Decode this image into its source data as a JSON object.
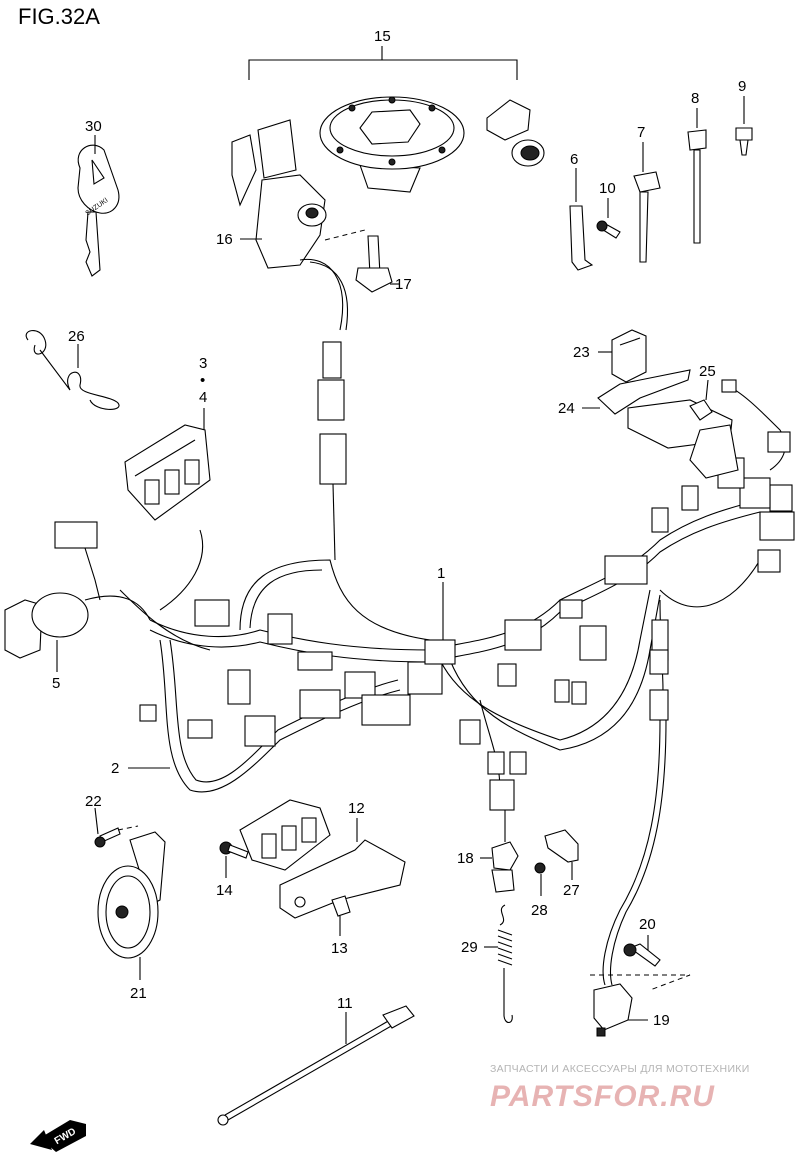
{
  "figure": {
    "title": "FIG.32A"
  },
  "callouts": [
    {
      "id": "c1",
      "text": "1"
    },
    {
      "id": "c2",
      "text": "2"
    },
    {
      "id": "c3",
      "text": "3"
    },
    {
      "id": "c4",
      "text": "4"
    },
    {
      "id": "c5",
      "text": "5"
    },
    {
      "id": "c6",
      "text": "6"
    },
    {
      "id": "c7",
      "text": "7"
    },
    {
      "id": "c8",
      "text": "8"
    },
    {
      "id": "c9",
      "text": "9"
    },
    {
      "id": "c10",
      "text": "10"
    },
    {
      "id": "c11",
      "text": "11"
    },
    {
      "id": "c12",
      "text": "12"
    },
    {
      "id": "c13",
      "text": "13"
    },
    {
      "id": "c14",
      "text": "14"
    },
    {
      "id": "c15",
      "text": "15"
    },
    {
      "id": "c16",
      "text": "16"
    },
    {
      "id": "c17",
      "text": "17"
    },
    {
      "id": "c19",
      "text": "19"
    },
    {
      "id": "c18",
      "text": "18"
    },
    {
      "id": "c20",
      "text": "20"
    },
    {
      "id": "c21",
      "text": "21"
    },
    {
      "id": "c22",
      "text": "22"
    },
    {
      "id": "c23",
      "text": "23"
    },
    {
      "id": "c24",
      "text": "24"
    },
    {
      "id": "c25",
      "text": "25"
    },
    {
      "id": "c26",
      "text": "26"
    },
    {
      "id": "c27",
      "text": "27"
    },
    {
      "id": "c28",
      "text": "28"
    },
    {
      "id": "c29",
      "text": "29"
    },
    {
      "id": "c30",
      "text": "30"
    }
  ],
  "callout_dot": "•",
  "key_brand": "SUZUKI",
  "fwd_label": "FWD",
  "watermark": {
    "small": "ЗАПЧАСТИ И АКСЕССУАРЫ ДЛЯ МОТОТЕХНИКИ",
    "big": "PARTSFOR.RU",
    "color": "#e7b3b3"
  }
}
